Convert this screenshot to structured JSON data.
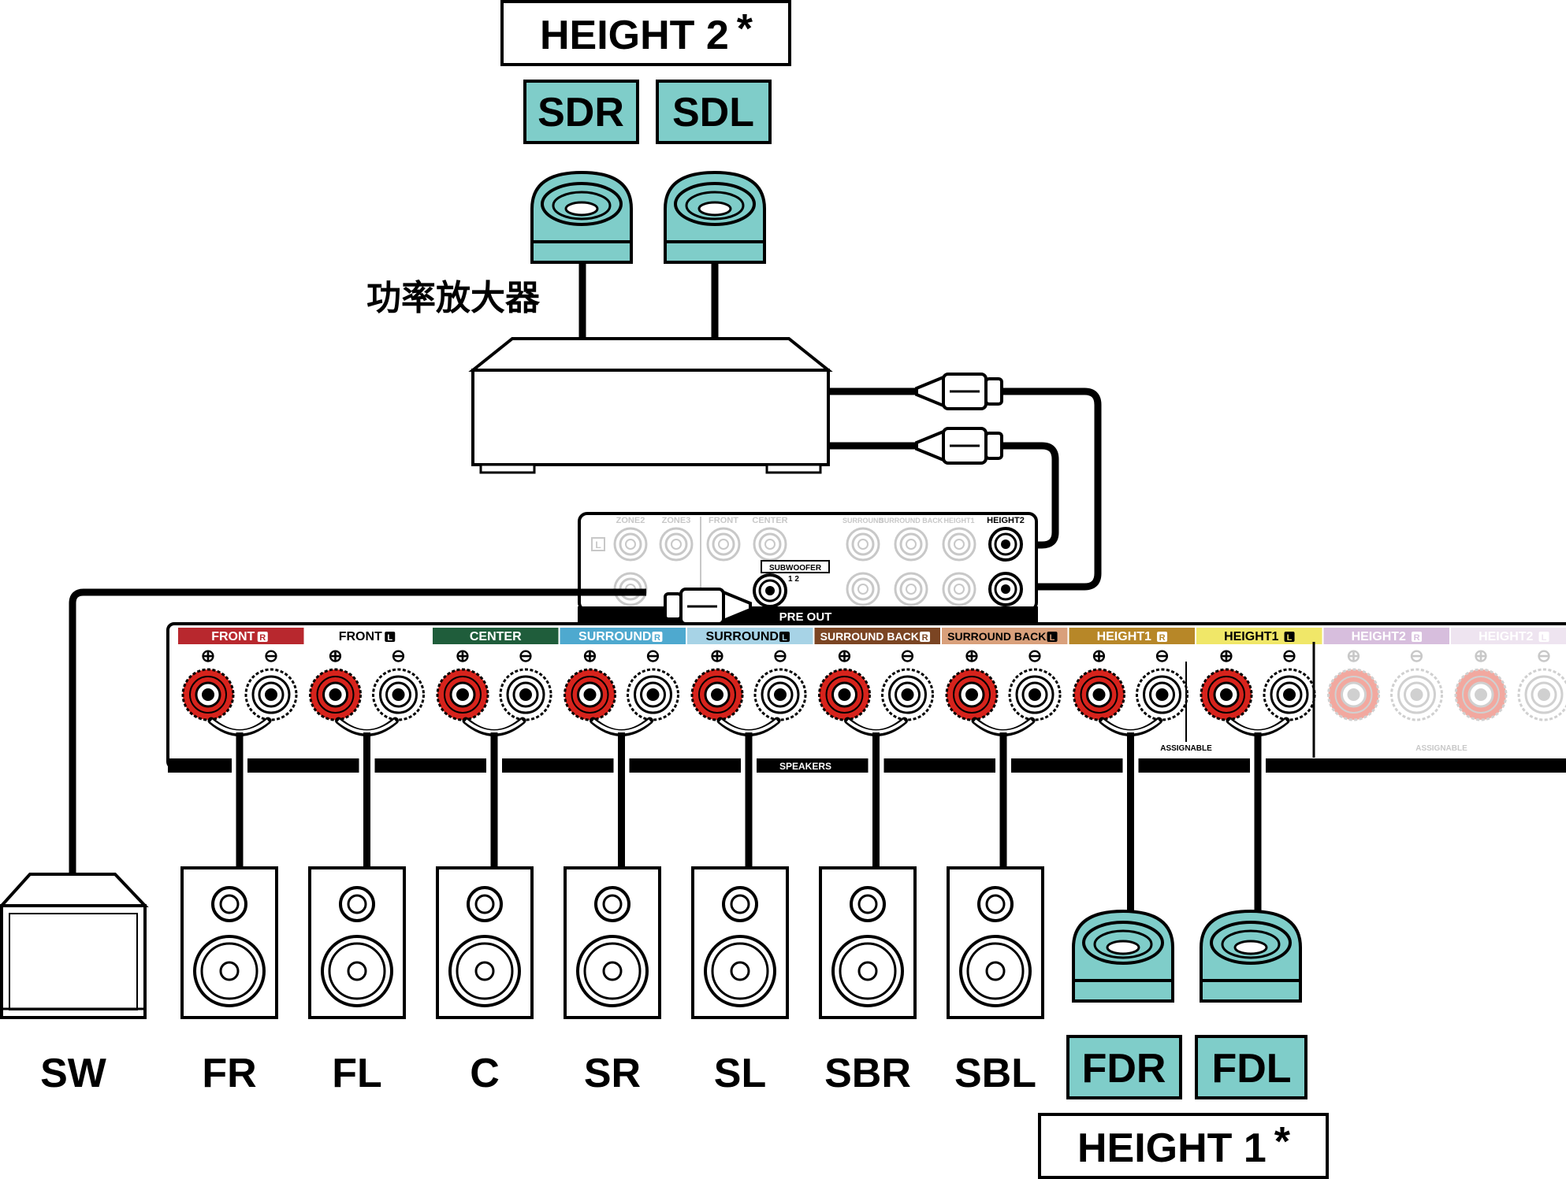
{
  "colors": {
    "teal": "#7fcdc9",
    "ink": "#000000",
    "red": "#d7231c",
    "faded": "#c8c8c8"
  },
  "top_group": {
    "title": "HEIGHT 2",
    "asterisk": "*",
    "badges": [
      "SDR",
      "SDL"
    ]
  },
  "amplifier": {
    "label": "功率放大器"
  },
  "pre_out": {
    "label": "PRE OUT",
    "subwoofer_label": "SUBWOOFER",
    "subwoofer_numbers": "1 2",
    "l_mark": "L",
    "columns": [
      "ZONE2",
      "ZONE3",
      "FRONT",
      "CENTER",
      "SURROUND",
      "SURROUND BACK",
      "HEIGHT1",
      "HEIGHT2"
    ]
  },
  "speaker_panel": {
    "label": "SPEAKERS",
    "assignable": "ASSIGNABLE",
    "plus": "⊕",
    "minus": "⊖",
    "channels": [
      {
        "name": "FRONT",
        "side": "R",
        "color": "#b8282e",
        "text": "#ffffff"
      },
      {
        "name": "FRONT",
        "side": "L",
        "color": "#ffffff",
        "text": "#000000"
      },
      {
        "name": "CENTER",
        "side": "",
        "color": "#1f5d3b",
        "text": "#ffffff"
      },
      {
        "name": "SURROUND",
        "side": "R",
        "color": "#4ea9cf",
        "text": "#ffffff"
      },
      {
        "name": "SURROUND",
        "side": "L",
        "color": "#a7d3e6",
        "text": "#000000"
      },
      {
        "name": "SURROUND BACK",
        "side": "R",
        "color": "#7b4523",
        "text": "#ffffff"
      },
      {
        "name": "SURROUND BACK",
        "side": "L",
        "color": "#d9a07b",
        "text": "#000000"
      },
      {
        "name": "HEIGHT1",
        "side": "R",
        "color": "#b78728",
        "text": "#ffffff"
      },
      {
        "name": "HEIGHT1",
        "side": "L",
        "color": "#f0e768",
        "text": "#000000"
      },
      {
        "name": "HEIGHT2",
        "side": "R",
        "color": "#d7bedd",
        "text": "#ffffff"
      },
      {
        "name": "HEIGHT2",
        "side": "L",
        "color": "#eee4f0",
        "text": "#ffffff"
      }
    ]
  },
  "bottom_speakers": [
    "SW",
    "FR",
    "FL",
    "C",
    "SR",
    "SL",
    "SBR",
    "SBL"
  ],
  "bottom_group": {
    "badges": [
      "FDR",
      "FDL"
    ],
    "title": "HEIGHT 1",
    "asterisk": "*"
  }
}
